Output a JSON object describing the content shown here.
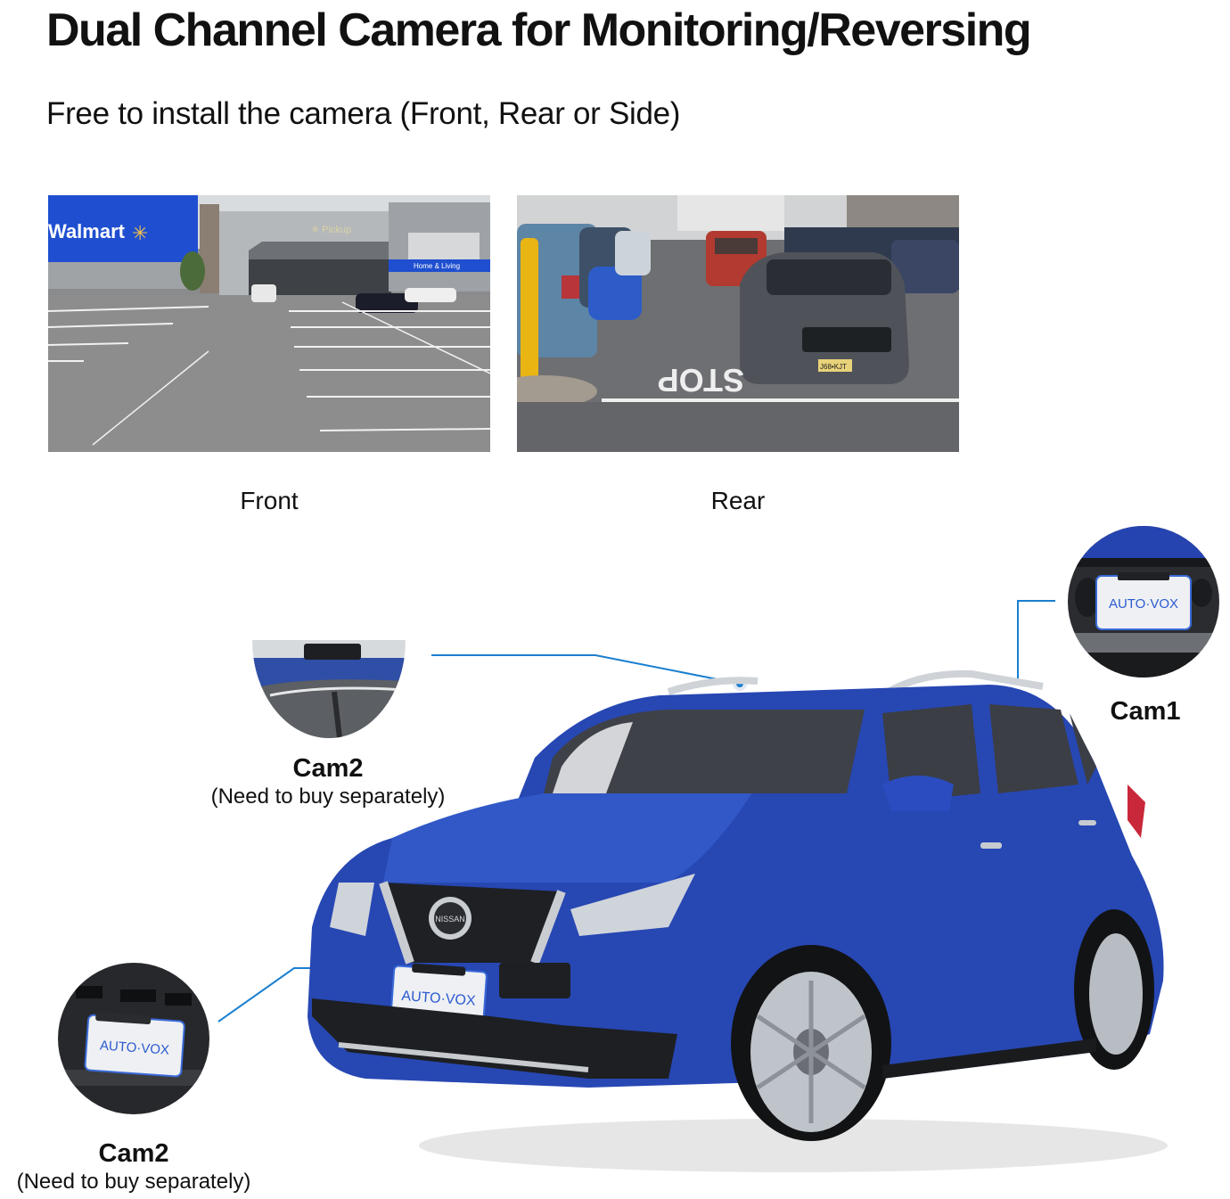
{
  "header": {
    "title": "Dual Channel Camera for Monitoring/Reversing",
    "subtitle": "Free to install the camera (Front, Rear or Side)"
  },
  "views": [
    {
      "label": "Front",
      "scene": "store-parking-lot",
      "signs": [
        "Walmart",
        "Pickup",
        "Home & Living"
      ]
    },
    {
      "label": "Rear",
      "scene": "parking-lane-with-cars",
      "road_marking": "STOP",
      "plate": "J68•KJT"
    }
  ],
  "cameras": [
    {
      "id": "cam1",
      "label": "Cam1",
      "note": "",
      "position": "rear license plate",
      "plate_text": "AUTO·VOX"
    },
    {
      "id": "cam2_roof",
      "label": "Cam2",
      "note": "(Need to buy separately)",
      "position": "roof / side"
    },
    {
      "id": "cam2_front",
      "label": "Cam2",
      "note": "(Need to buy separately)",
      "position": "front license plate",
      "plate_text": "AUTO·VOX"
    }
  ],
  "vehicle": {
    "plate_text": "AUTO·VOX",
    "badge": "NISSAN"
  },
  "colors": {
    "accent_line": "#1a7fd0",
    "car_blue": "#2545b0",
    "text": "#111111"
  }
}
